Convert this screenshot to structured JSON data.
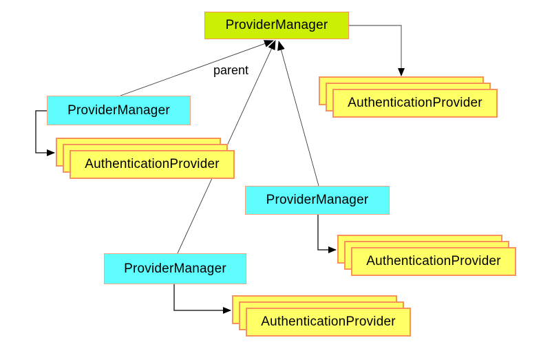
{
  "diagram": {
    "edge_label": "parent",
    "nodes": {
      "root_manager": {
        "label": "ProviderManager"
      },
      "left_manager": {
        "label": "ProviderManager"
      },
      "right_manager": {
        "label": "ProviderManager"
      },
      "bottom_manager": {
        "label": "ProviderManager"
      },
      "top_right_stack": {
        "label": "AuthenticationProvider"
      },
      "left_stack": {
        "label": "AuthenticationProvider"
      },
      "bottom_right_stack": {
        "label": "AuthenticationProvider"
      },
      "bottom_stack": {
        "label": "AuthenticationProvider"
      }
    },
    "colors": {
      "background": "#ffffff",
      "green_fill": "#cdee05",
      "cyan_fill": "#5efcfc",
      "yellow_fill": "#ffff66",
      "border_warm": "#f6925a",
      "border_cool": "#f5a482",
      "line_thin": "#3d3d3d",
      "line_elbow": "#2b2b2b",
      "line_elbow_gray": "#7d7d7d",
      "arrow_fill": "#000000",
      "text_color": "#000000"
    }
  }
}
